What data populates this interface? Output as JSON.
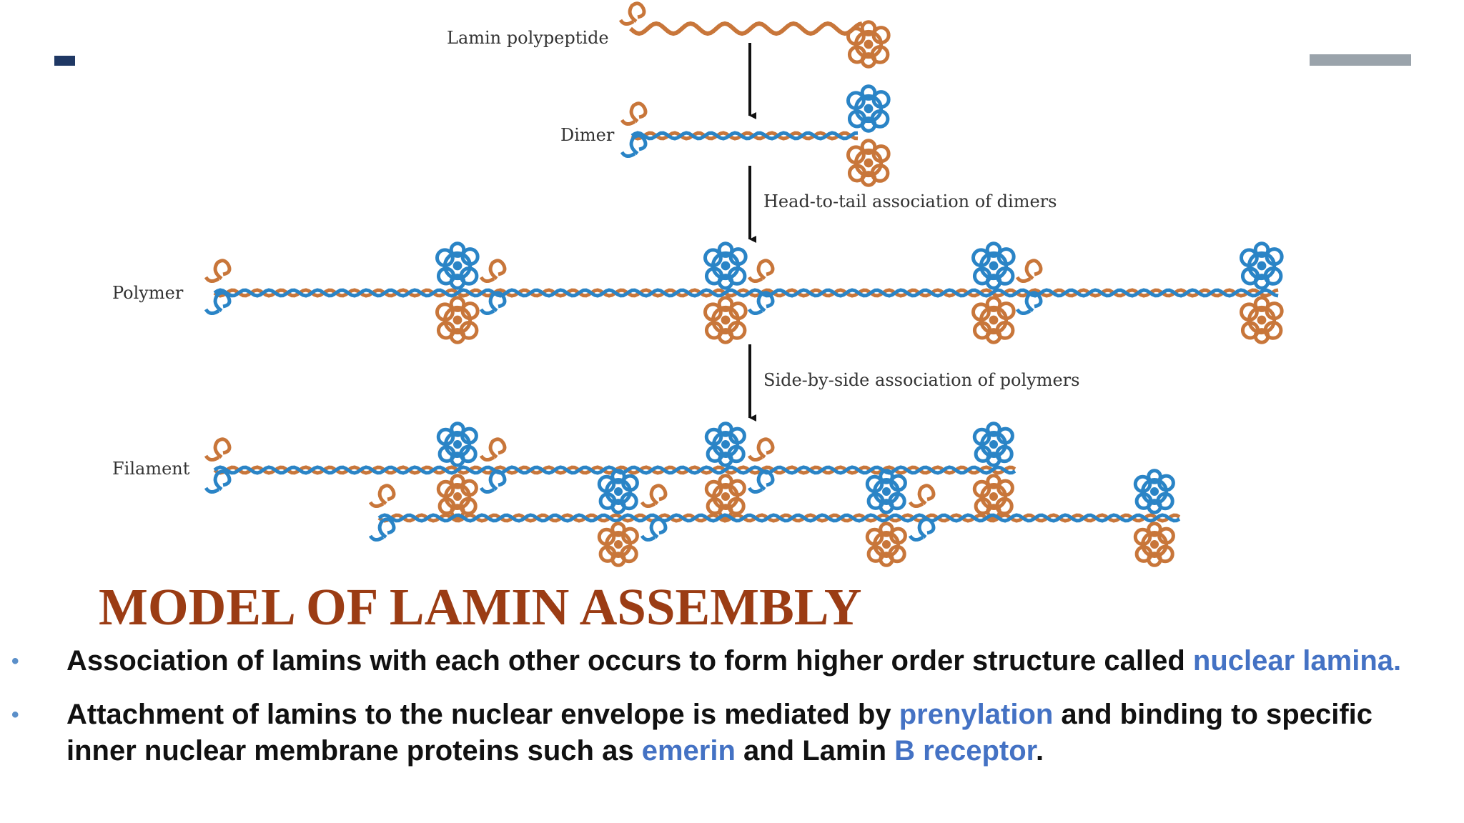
{
  "diagram": {
    "labels": {
      "lamin_polypeptide": "Lamin polypeptide",
      "dimer": "Dimer",
      "polymer": "Polymer",
      "filament": "Filament"
    },
    "steps": {
      "head_to_tail": "Head-to-tail association of dimers",
      "side_by_side": "Side-by-side association of polymers"
    },
    "colors": {
      "orange_chain": "#c8763a",
      "blue_chain": "#2a84c6",
      "arrow": "#111111"
    }
  },
  "slide": {
    "title": "MODEL OF LAMIN ASSEMBLY",
    "bullets": [
      {
        "segments": [
          {
            "text": "Association of lamins with each other occurs to form higher order structure called ",
            "highlight": false
          },
          {
            "text": "nuclear lamina.",
            "highlight": true
          }
        ]
      },
      {
        "segments": [
          {
            "text": "Attachment of lamins to the nuclear envelope is mediated by ",
            "highlight": false
          },
          {
            "text": "prenylation",
            "highlight": true
          },
          {
            "text": " and binding to specific inner nuclear membrane proteins such as ",
            "highlight": false
          },
          {
            "text": "emerin",
            "highlight": true
          },
          {
            "text": " and Lamin ",
            "highlight": false
          },
          {
            "text": "B receptor",
            "highlight": true
          },
          {
            "text": ".",
            "highlight": false
          }
        ]
      }
    ],
    "colors": {
      "title": "#9b3c14",
      "highlight": "#4472c4",
      "bullet_marker": "#5b8fc9",
      "accent_left": "#1f3864",
      "accent_right": "#9aa3ab"
    }
  }
}
